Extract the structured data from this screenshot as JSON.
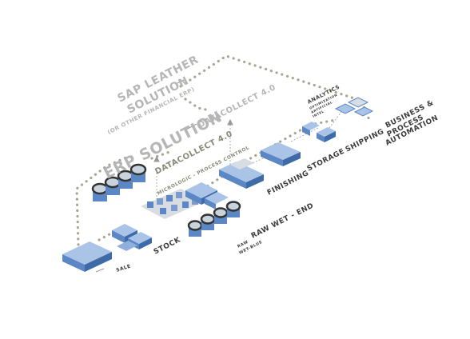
{
  "labels": {
    "sap_leather_1": "SAP LEATHER",
    "sap_leather_2": "SOLUTION",
    "sap_leather_3": "(OR OTHER FINANCIAL ERP)",
    "erp_solution": "ERP SOLUTION",
    "datacollect_top": "DATACOLLECT 4.0",
    "datacollect_mid": "DATACOLLECT 4.0",
    "micrologic": "MICROLOGIC - PROCESS CONTROL",
    "analytics_1": "ANALYTICS",
    "analytics_2": "OPTIMIZATION",
    "analytics_3": "ARTIFICIAL",
    "analytics_4": "INTEL",
    "bpa_1": "BUSINESS &",
    "bpa_2": "PROCESS",
    "bpa_3": "AUTOMATION",
    "shipping": "SHIPPING",
    "storage": "STORAGE",
    "finishing": "FINISHING",
    "raw_wet_1": "RAW WET - END",
    "raw_wet_2": "RAW",
    "raw_wet_3": "WET-BLUE",
    "stock": "STOCK",
    "sale": "SALE"
  },
  "colors": {
    "machine_blue": "#5b87c5",
    "machine_light": "#a9c4e6",
    "dots": "#a9a594",
    "text_dark": "#3c3c3c",
    "text_light": "#b6b6b6"
  }
}
